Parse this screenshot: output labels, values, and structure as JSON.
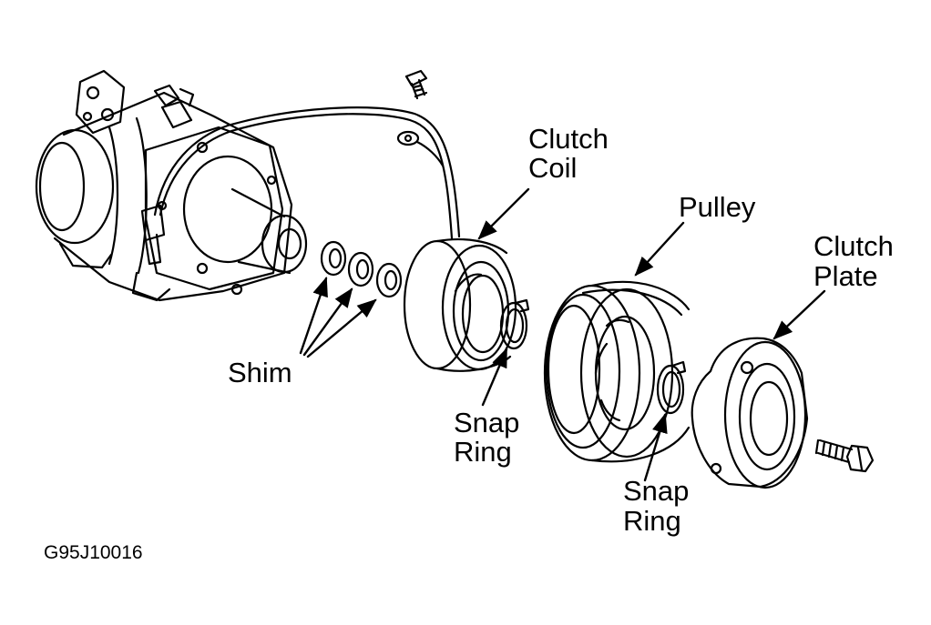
{
  "figure": {
    "code": "G95J10016"
  },
  "labels": {
    "clutch_coil": [
      "Clutch",
      "Coil"
    ],
    "pulley": "Pulley",
    "clutch_plate": [
      "Clutch",
      "Plate"
    ],
    "shim": "Shim",
    "snap_ring_1": [
      "Snap",
      "Ring"
    ],
    "snap_ring_2": [
      "Snap",
      "Ring"
    ]
  },
  "colors": {
    "ink": "#000000",
    "paper": "#ffffff"
  }
}
